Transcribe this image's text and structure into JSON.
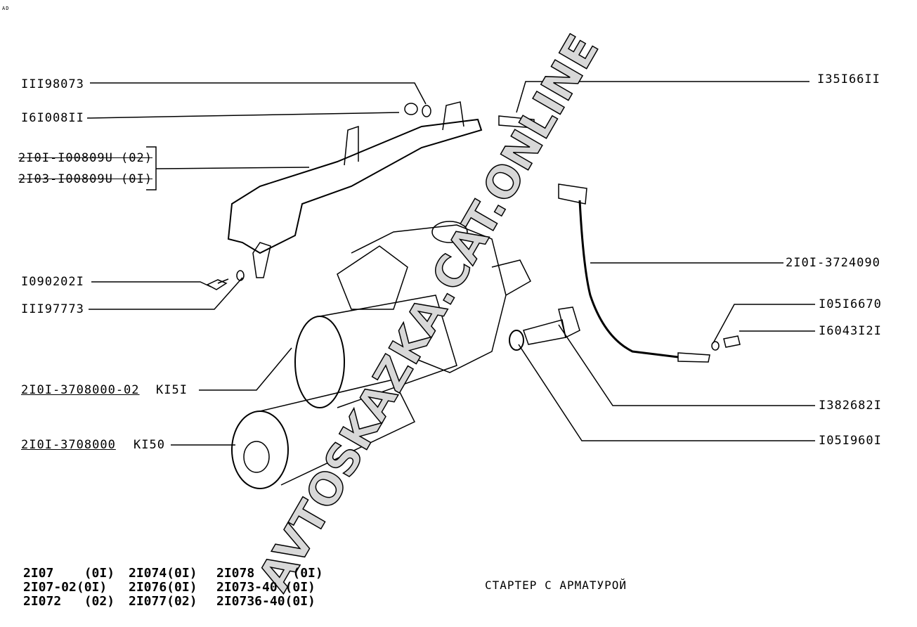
{
  "corner_mark": "AD",
  "title": "СТАРТЕР  С  АРМАТУРОЙ",
  "watermark": "AVTOSKAZKA.CAT.ONLINE",
  "left_labels": {
    "nut": "III98073",
    "washer": "I6I008II",
    "bracket_02": "2I0I-I00809U (02)",
    "bracket_01": "2I03-I00809U (0I)",
    "bolt": "I090202I",
    "lock_washer": "III97773",
    "starter_02": "2I0I-3708000-02",
    "starter_02_code": "KI5I",
    "starter": "2I0I-3708000",
    "starter_code": "KI50"
  },
  "right_labels": {
    "stud": "I35I66II",
    "cable": "2I0I-3724090",
    "washer_small": "I05I6670",
    "screw": "I6043I2I",
    "bolt_large": "I382682I",
    "washer_large": "I05I960I"
  },
  "applicability": [
    [
      "2I07    (0I)",
      "2I074(0I)",
      "2I078     (0I)"
    ],
    [
      "2I07-02(0I)",
      "2I076(0I)",
      "2I073-40 (0I)"
    ],
    [
      "2I072   (02)",
      "2I077(02)",
      "2I0736-40(0I)"
    ]
  ]
}
